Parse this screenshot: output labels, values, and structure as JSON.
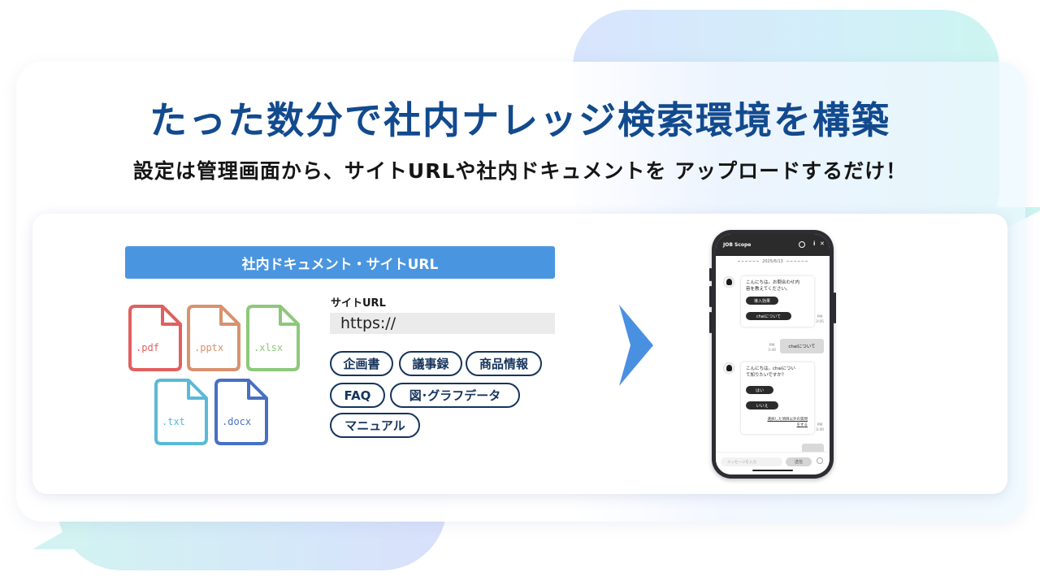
{
  "headline": "たった数分で社内ナレッジ検索環境を構築",
  "subheadline": "設定は管理画面から、サイトURLや社内ドキュメントを アップロードするだけ！",
  "panel": {
    "bar_title": "社内ドキュメント・サイトURL",
    "files": [
      {
        "ext": ".pdf",
        "color": "#e0605f"
      },
      {
        "ext": ".pptx",
        "color": "#d8926e"
      },
      {
        "ext": ".xlsx",
        "color": "#8dc87a"
      },
      {
        "ext": ".txt",
        "color": "#5ab9d6"
      },
      {
        "ext": ".docx",
        "color": "#4870c2"
      }
    ],
    "url_label": "サイトURL",
    "url_value": "https://",
    "tags": [
      "企画書",
      "議事録",
      "商品情報",
      "FAQ",
      "図･グラフデータ",
      "マニュアル"
    ]
  },
  "arrow_icon": "chevron-right-icon",
  "phone": {
    "app_title": "JOB Scope",
    "date": "2025/6/13",
    "msg1": {
      "line1": "こんにちは。お問合わせ内",
      "line2": "容を教えてください。",
      "chips": [
        "導入効果",
        "chaiについて"
      ],
      "time_am": "PM",
      "time": "3:05"
    },
    "user1": {
      "text": "chaiについて",
      "time_am": "PM",
      "time": "3:40"
    },
    "msg2": {
      "line1": "こんにちは。chaiについ",
      "line2": "て知りたいですか？",
      "chips": [
        "はい",
        "いいえ"
      ],
      "link1": "選択した項目以外の質問",
      "link2": "をする",
      "time_am": "PM",
      "time": "3:40"
    },
    "compose_placeholder": "メッセージを入力",
    "send_label": "送信"
  },
  "colors": {
    "headline": "#124a8e",
    "bar": "#4a95e0",
    "tag_border": "#16345c",
    "arrow": "#4a90e0"
  }
}
